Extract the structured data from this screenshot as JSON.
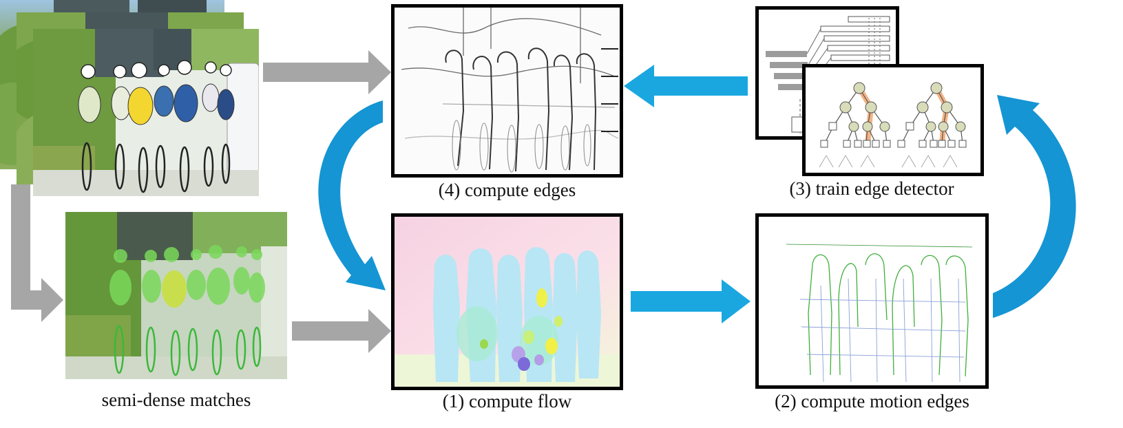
{
  "captions": {
    "matches": "semi-dense matches",
    "flow": "(1) compute flow",
    "motion_edges": "(2) compute motion edges",
    "train": "(3) train edge detector",
    "edges": "(4) compute edges"
  },
  "colors": {
    "gray_arrow": "#a6a6a6",
    "blue_arrow": "#1aa7e0",
    "blue_curve": "#1595d3",
    "frame": "#000000",
    "tree_node": "#d8dcb8",
    "tree_highlight": "#ef9a5c",
    "bar_gray": "#9c9c9c"
  },
  "icons": {
    "video_frames": "cycling-photo-stack",
    "matches": "cycling-photo-green-matches",
    "flow": "optical-flow-visualization",
    "motion_edges": "motion-edge-map",
    "train": "random-forest-trees",
    "edges": "edge-map"
  }
}
